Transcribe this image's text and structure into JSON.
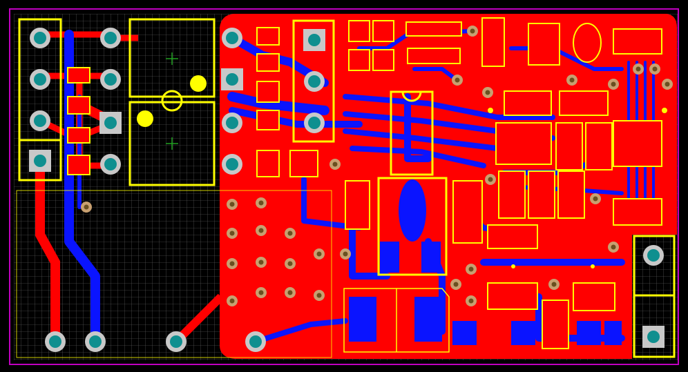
{
  "view": {
    "title": "",
    "layers": [
      "top-copper",
      "bottom-copper",
      "top-overlay",
      "board-outline"
    ]
  },
  "colors": {
    "background": "#000000",
    "grid": "#7a7a7a",
    "outline": "#c000c0",
    "top_copper": "#ff0000",
    "bottom_copper": "#0a14ff",
    "overlay": "#ffff00",
    "pad_ring": "#c8c8c8",
    "pad_hole": "#0f8f8f",
    "via_ring": "#c8a070",
    "via_hole": "#6a5020",
    "origin_mark": "#20a020"
  },
  "icons": {
    "through_hole_pad": "round-pad-icon",
    "square_pad": "square-pad-icon",
    "via": "via-icon",
    "component_origin": "crosshair-icon"
  },
  "text_labels": []
}
